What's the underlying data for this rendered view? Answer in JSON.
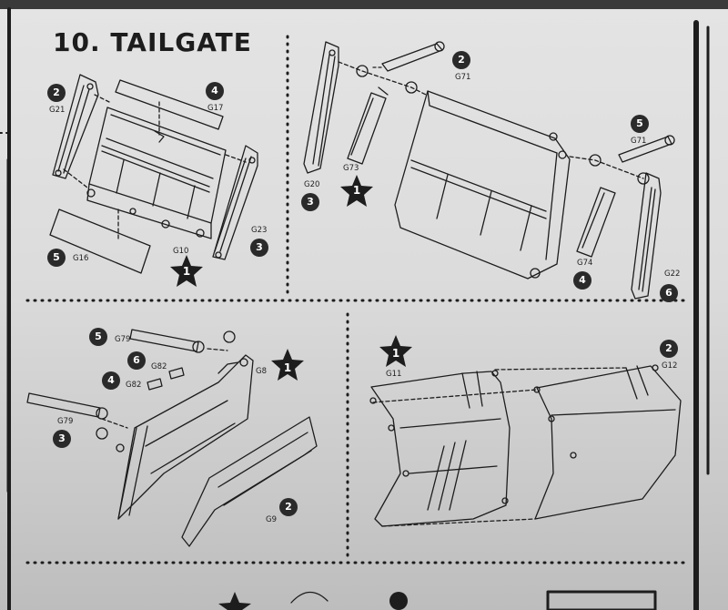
{
  "title": "10. TAILGATE",
  "panels": {
    "top_left": {
      "parts": [
        {
          "badge": "2",
          "code": "G21"
        },
        {
          "badge": "4",
          "code": "G17"
        },
        {
          "badge": "5",
          "code": "G16"
        },
        {
          "badge": "1",
          "code": "G10"
        },
        {
          "badge": "3",
          "code": "G23"
        }
      ]
    },
    "top_right": {
      "parts": [
        {
          "badge": "2",
          "code": "G71"
        },
        {
          "badge": "3",
          "code": "G20"
        },
        {
          "badge": "1",
          "code": "G73"
        },
        {
          "badge": "5",
          "code": "G71"
        },
        {
          "badge": "4",
          "code": "G74"
        },
        {
          "badge": "6",
          "code": "G22"
        }
      ]
    },
    "bottom_left": {
      "parts": [
        {
          "badge": "5",
          "code": "G79"
        },
        {
          "badge": "6",
          "code": "G82"
        },
        {
          "badge": "4",
          "code": "G82"
        },
        {
          "badge": "1",
          "code": "G8"
        },
        {
          "badge": "3",
          "code": "G79"
        },
        {
          "badge": "2",
          "code": "G9"
        }
      ]
    },
    "bottom_right": {
      "parts": [
        {
          "badge": "1",
          "code": "G11"
        },
        {
          "badge": "2",
          "code": "G12"
        }
      ]
    }
  },
  "colors": {
    "ink": "#1d1d1d",
    "paper": "#e0e0e0",
    "badge": "#2a2a2a"
  }
}
